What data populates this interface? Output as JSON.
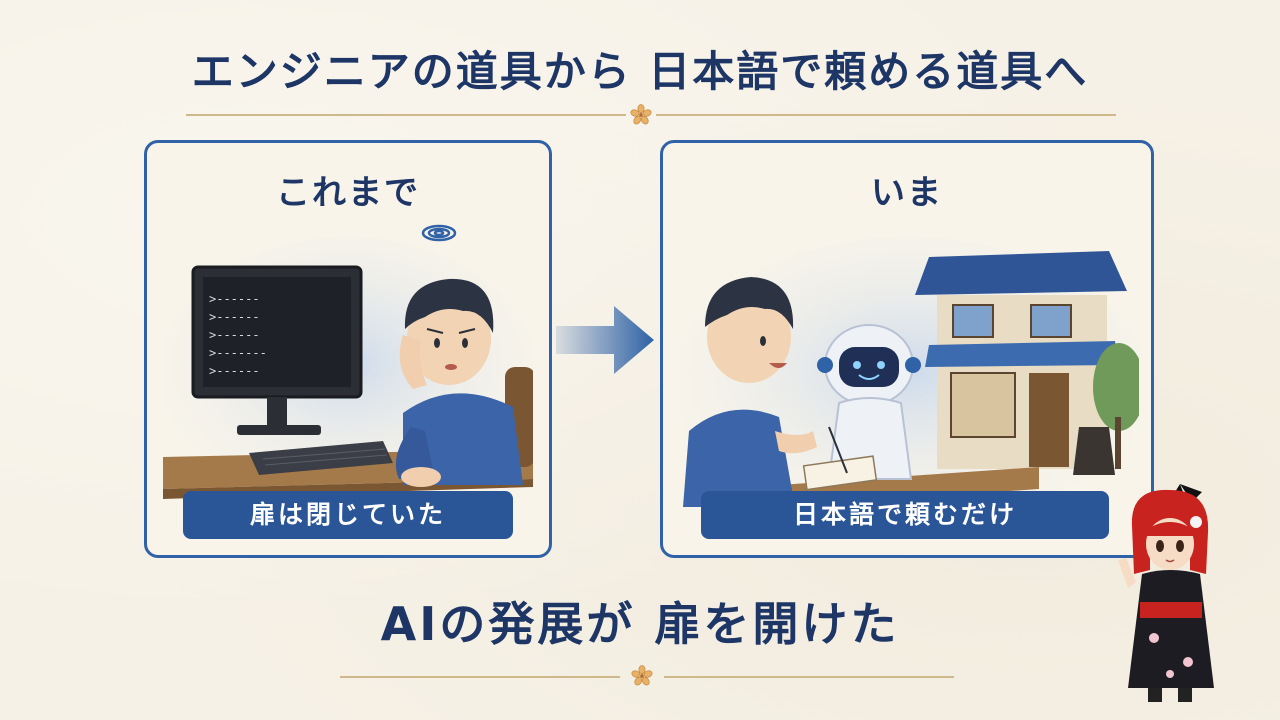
{
  "title": "エンジニアの道具から 日本語で頼める道具へ",
  "panels": {
    "before": {
      "heading": "これまで",
      "caption": "扉は閉じていた",
      "terminal_lines": [
        ">------",
        ">------",
        ">------",
        ">-------",
        ">------"
      ]
    },
    "after": {
      "heading": "いま",
      "caption": "日本語で頼むだけ"
    }
  },
  "conclusion": "AIの発展が 扉を開けた",
  "colors": {
    "navy": "#1d3666",
    "accent_blue": "#2f62a6",
    "caption_bg": "#2a5597",
    "background": "#f6f1e6",
    "divider_gold": "#cdb98c"
  },
  "icons": [
    "sakura-flower-icon",
    "arrow-right-icon"
  ]
}
